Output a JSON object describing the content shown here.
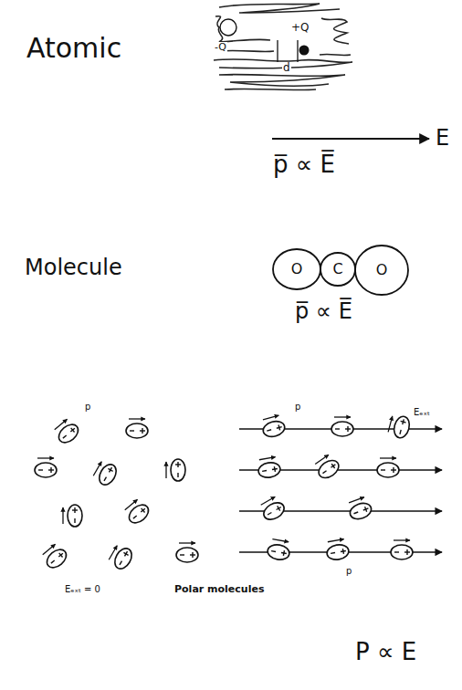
{
  "diagram": {
    "nodes": [
      {
        "text": [
          "O"
        ]
      },
      {
        "text": [
          "C"
        ]
      },
      {
        "text": [
          "O"
        ]
      }
    ],
    "labels": [
      "Atomic",
      "-Q",
      "+Q",
      "d",
      "E",
      "p̅ ∝ E̅",
      "Molecule",
      "p̅ ∝ E̅",
      "p",
      "Eₑₓₜ = 0",
      "Polar molecules",
      "p",
      "Eₑₓₜ",
      "p",
      "P ∝ E"
    ]
  }
}
